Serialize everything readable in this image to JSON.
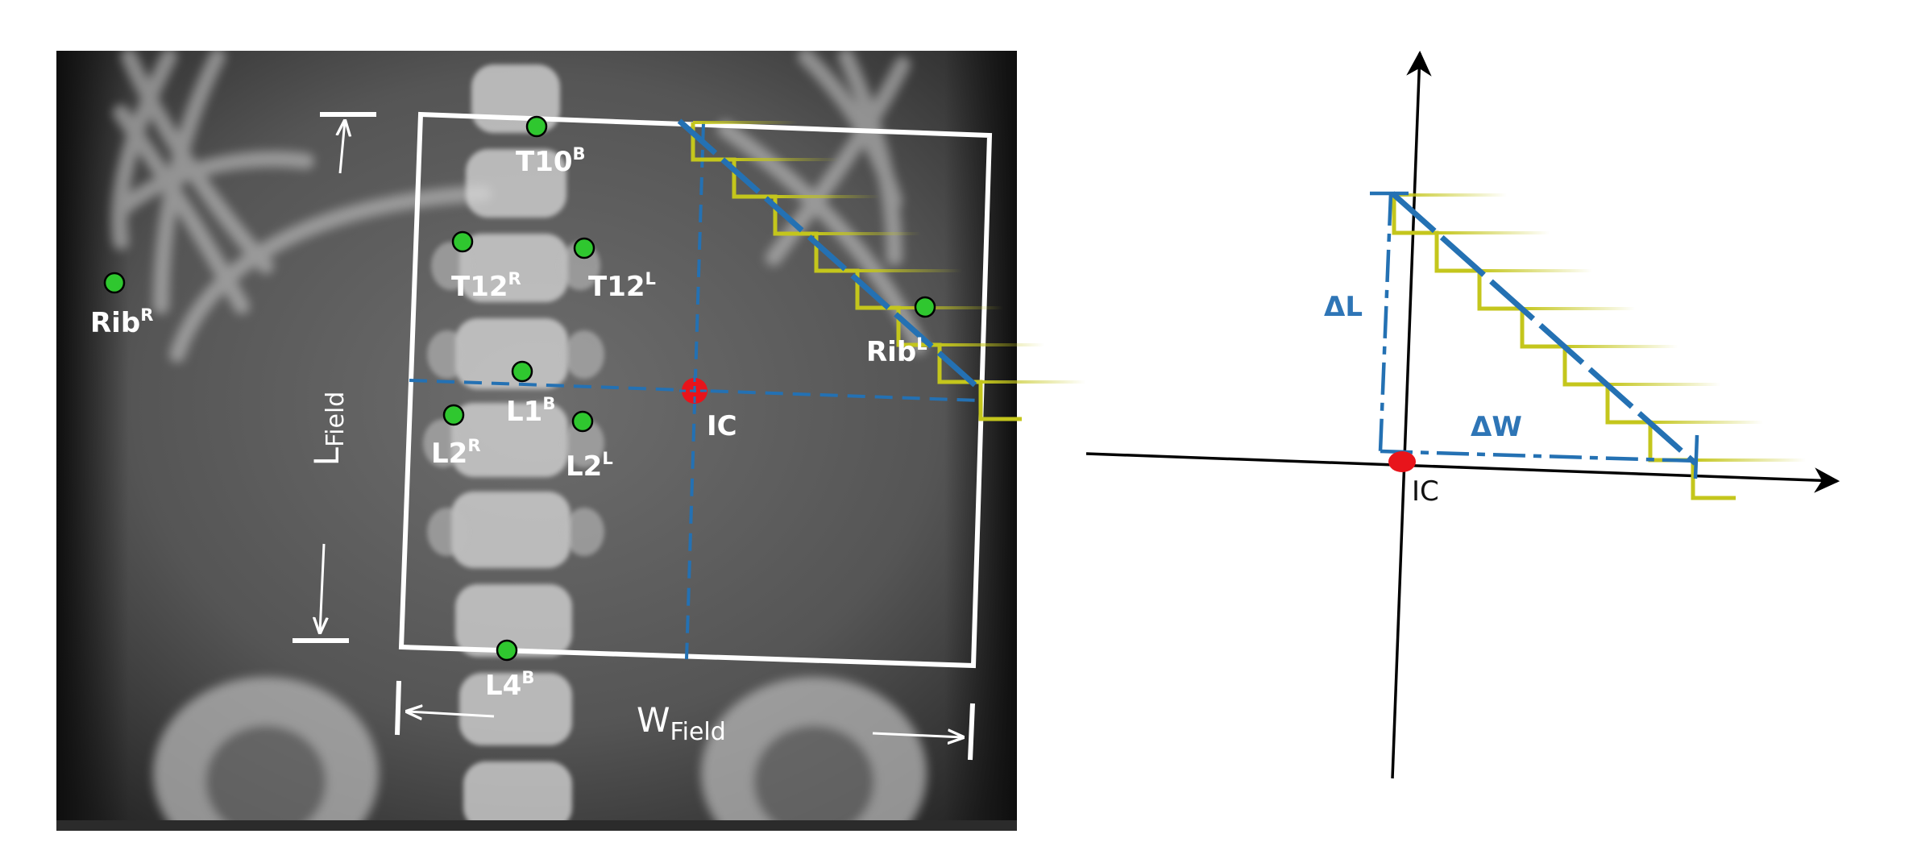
{
  "colors": {
    "landmark": "#2fc72f",
    "isocenter": "#e8141b",
    "field": "#ffffff",
    "axis_dashed": "#2471b3",
    "collimator": "#c4c61c",
    "axes": "#000000"
  },
  "xray": {
    "landmarks": [
      {
        "id": "t10b",
        "base": "T10",
        "sup": "B"
      },
      {
        "id": "t12r",
        "base": "T12",
        "sup": "R"
      },
      {
        "id": "t12l",
        "base": "T12",
        "sup": "L"
      },
      {
        "id": "ribr",
        "base": "Rib",
        "sup": "R"
      },
      {
        "id": "ribl",
        "base": "Rib",
        "sup": "L"
      },
      {
        "id": "l1b",
        "base": "L1",
        "sup": "B"
      },
      {
        "id": "l2r",
        "base": "L2",
        "sup": "R"
      },
      {
        "id": "l2l",
        "base": "L2",
        "sup": "L"
      },
      {
        "id": "l4b",
        "base": "L4",
        "sup": "B"
      }
    ],
    "isocenter_label": "IC",
    "length_label": {
      "base": "L",
      "sub": "Field"
    },
    "width_label": {
      "base": "W",
      "sub": "Field"
    }
  },
  "schematic": {
    "delta_l_label": "ΔL",
    "delta_w_label": "ΔW",
    "isocenter_label": "IC"
  }
}
